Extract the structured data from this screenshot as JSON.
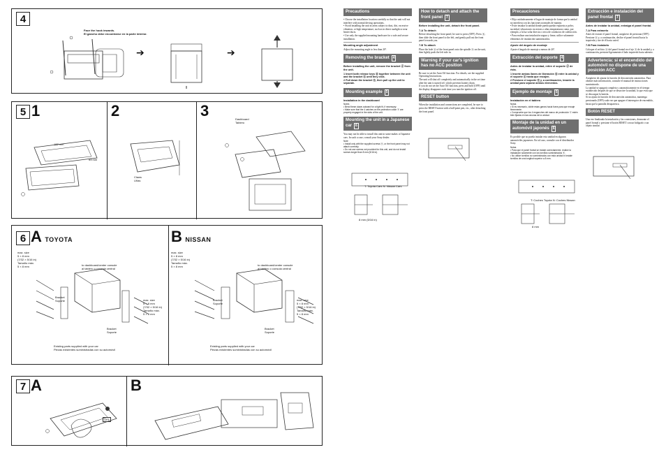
{
  "panel4": {
    "num": "4",
    "caption_en": "Face the hook inwards.",
    "caption_es": "El gancho debe encontrarse en la parte interior."
  },
  "panel5": {
    "num": "5",
    "step1": "1",
    "step2": "2",
    "step3": "3",
    "dim1": "182 mm",
    "dim2": "53 mm",
    "claws": "Claws\nUñas",
    "dash": "Dashboard\nTablero"
  },
  "panel6": {
    "num": "6",
    "toyota_letter": "A",
    "toyota": "TOYOTA",
    "nissan_letter": "B",
    "nissan": "NISSAN",
    "maxsize": "max. size\n5 × 8 mm\n(7/32 × 5/16 in)\nTamaño máx.\n5 × 8 mm",
    "console": "to dashboard/center console\nal tablero o consola central",
    "bracket": "Bracket\nSoporte",
    "existing": "Existing parts supplied with your car\nPiezas existentes suministradas con su automóvil"
  },
  "panel7": {
    "num": "7",
    "a": "A",
    "b": "B",
    "off": "OFF"
  },
  "en": {
    "precautions_h": "Precautions",
    "precautions": "• Choose the installation location carefully so that the unit will not interfere with normal driving operations.\n• Avoid installing the unit in areas subject to dust, dirt, excessive vibration, or high temperature, such as in direct sunlight or near heater ducts.\n• Use only the supplied mounting hardware for a safe and secure installation.",
    "angle_h": "Mounting angle adjustment",
    "angle": "Adjust the mounting angle to less than 20°.",
    "removing_h": "Removing the bracket",
    "removing_tag": "4",
    "removing_intro": "Before installing the unit, remove the bracket ⓓ from the unit.",
    "removing_steps": "1  Insert both release keys ⓖ together between the unit and the bracket ⓓ until they click.\n2  Pull down the bracket ⓓ, then pull up the unit to separate.",
    "example_h": "Mounting example",
    "example_tag": "5",
    "example_sub": "Installation in the dashboard",
    "example_note": "Notes\n• Bend these claws outward for a tight fit, if necessary.\n• Make sure that the 4 catches on the protection collar ⓔ are properly engaged in the slots of the unit.",
    "japanese_h": "Mounting the unit in a Japanese car",
    "japanese_tag": "6",
    "japanese": "You may not be able to install this unit in some makes of Japanese cars. In such a case, consult your Sony dealer.",
    "japanese_note": "Note\n• Install only with the supplied screws ⓐ, or the front panel may not attach correctly.\n• Do not use screws not provided for this unit, and do not install screws longer than 8 mm (5/16 in).",
    "detach_h": "How to detach and attach the front panel",
    "detach_tag": "7",
    "detach_intro": "Before installing the unit, detach the front panel.",
    "todetach_h": "7-A To detach",
    "todetach": "Before detaching the front panel, be sure to press (OFF). Press ⓐ, then slide the front panel to the left, and gently pull out the front panel towards you.",
    "toattach_h": "7-B To attach",
    "toattach": "Place the hole ⓐ of the front panel onto the spindle ⓑ on the unit, then lightly push the left side in.",
    "acc_h": "Warning if your car's ignition has no ACC position",
    "acc": "Be sure to set the Auto Off function. For details, see the supplied Operating Instructions.\nThe unit will shut off completely and automatically in the set time after the unit is turned off, which prevents battery drain.\nIf you do not set the Auto Off function, press and hold (OFF) until the display disappears each time you turn the ignition off.",
    "reset_h": "RESET button",
    "reset": "When the installation and connections are completed, be sure to press the RESET button with a ball-point pen, etc., after detaching the front panel.",
    "cars": "T: Toyota Cars   N: Nissan Cars",
    "dim": "8 mm (5/16 in)"
  },
  "es": {
    "precautions_h": "Precauciones",
    "precautions": "• Elija cuidadosamente el lugar de montaje de forma que la unidad no interfiera con las funciones normales de manejo.\n• Evite instalar la unidad donde pueda quedar expuesta a polvo, suciedad, vibraciones excesivas o altas temperaturas como, por ejemplo, a la luz solar directa o cerca de conductos de calefacción.\n• Para realizar una instalación segura y firme, utilice solamente elementos de instalación suministrados.",
    "angle_h": "Ajuste del ángulo de montaje",
    "angle": "Ajuste el ángulo de montaje a menos de 20°.",
    "removing_h": "Extracción del soporte",
    "removing_tag": "4",
    "removing_intro": "Antes de instalar la unidad, retire el soporte ⓓ de ésta.",
    "removing_steps": "1  Inserte ambas llaves de liberación ⓖ entre la unidad y el soporte ⓓ hasta que encajen.\n2  Presione el soporte ⓓ y, a continuación, levante la unidad para separar ambos elementos.",
    "example_h": "Ejemplo de montaje",
    "example_tag": "5",
    "example_sub": "Instalación en el tablero",
    "example_note": "Notas\n• Si es necesario, doble estas garras hacia fuera para que encaje firmemente.\n• Compruebe que los 4 enganches del marco de protección ⓔ estén bien fijados en las ranuras de la unidad.",
    "japanese_h": "Montaje de la unidad en un automóvil japonés",
    "japanese_tag": "6",
    "japanese": "Es posible que no pueda instalar esta unidad en algunos automóviles japoneses. En tal caso, consulte con el distribuidor Sony.",
    "japanese_note": "Notas\n• Para que el panel frontal se instale correctamente, realice la instalación solamente con los tornillos suministrados ⓐ.\n• No utilice tornillos no suministrados con esta unidad ni instale tornillos de una longitud superior a 8 mm.",
    "detach_h": "Extracción e instalación del panel frontal",
    "detach_tag": "7",
    "detach_intro": "Antes de instalar la unidad, extraiga el panel frontal.",
    "todetach_h": "7-A Para extraerlo",
    "todetach": "Antes de extraer el panel frontal, asegúrese de presionar (OFF). Presione ⓐ y, a continuación, deslice el panel frontal hacia la izquierda y tire de él hacia usted.",
    "toattach_h": "7-B Para instalarlo",
    "toattach": "Coloque el orificio ⓐ del panel frontal en el eje ⓑ de la unidad y, a continuación, presione ligeramente el lado izquierdo hacia adentro.",
    "acc_h": "Advertencia: si el encendido del automóvil no dispone de una posición ACC",
    "acc": "Asegúrese de ajustar la función de desconexión automática. Para obtener más información, consulte el manual de instrucciones suministrado.\nLa unidad se apagará completa y automáticamente en el tiempo establecido después de que se desactive la unidad, lo que evita que se descargue la batería.\nSi no ajusta la función de desconexión automática, mantenga presionado (OFF) cada vez que apague el interruptor de encendido, hasta que la pantalla desaparezca.",
    "reset_h": "Botón RESET",
    "reset": "Una vez finalizada la instalación y las conexiones, desmonte el panel frontal y presione el botón RESET con un bolígrafo o un objeto similar.",
    "cars": "T: Coches Toyota   N: Coches Nissan",
    "dim": "8 mm"
  }
}
